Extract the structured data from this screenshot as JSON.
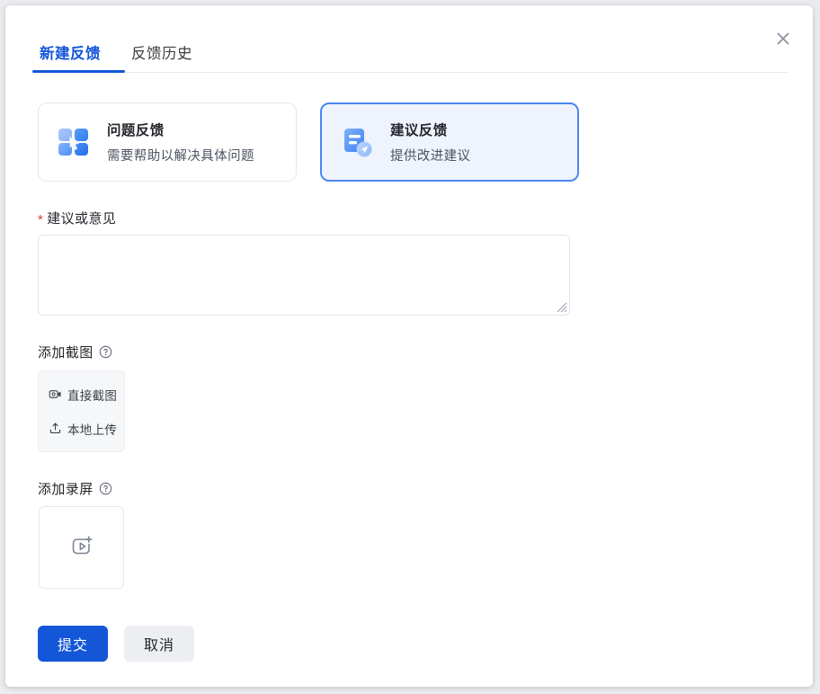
{
  "dialog": {
    "close_icon": "close-icon"
  },
  "tabs": [
    {
      "label": "新建反馈",
      "active": true
    },
    {
      "label": "反馈历史",
      "active": false
    }
  ],
  "type_cards": [
    {
      "title": "问题反馈",
      "desc": "需要帮助以解决具体问题",
      "icon": "puzzle-cursor-icon",
      "selected": false
    },
    {
      "title": "建议反馈",
      "desc": "提供改进建议",
      "icon": "document-send-icon",
      "selected": true
    }
  ],
  "form": {
    "required_mark": "*",
    "label": "建议或意见",
    "textarea_value": "",
    "textarea_placeholder": ""
  },
  "screenshot": {
    "heading": "添加截图",
    "help_icon": "question-circle-icon",
    "items": [
      {
        "label": "直接截图",
        "icon": "capture-icon"
      },
      {
        "label": "本地上传",
        "icon": "upload-icon"
      }
    ]
  },
  "record": {
    "heading": "添加录屏",
    "help_icon": "question-circle-icon",
    "add_icon": "video-plus-icon"
  },
  "footer": {
    "submit_label": "提交",
    "cancel_label": "取消"
  },
  "colors": {
    "accent": "#1456d8",
    "selected_card_border": "#4b86f0",
    "selected_card_bg": "#eef3fe",
    "required_red": "#e23b2e",
    "text_primary": "#24262b",
    "text_secondary": "#4e5360",
    "border": "#e4e7ee",
    "panel_bg": "#f6f7f9"
  }
}
